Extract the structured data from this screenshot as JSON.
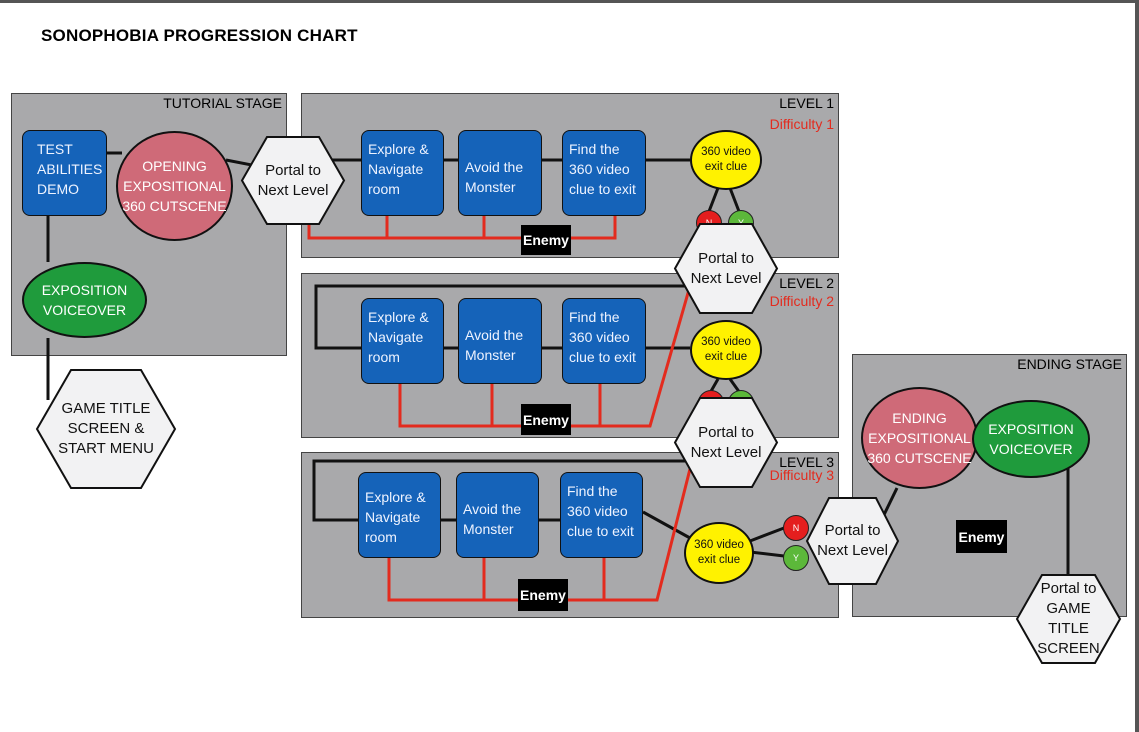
{
  "title": "SONOPHOBIA PROGRESSION CHART",
  "colors": {
    "stage_bg": "#a9a9ab",
    "blue": "#1563b9",
    "pink": "#cf6a78",
    "green": "#1f9b3c",
    "yellow": "#fff200",
    "red_line": "#e32b1e",
    "difficulty": "#e32b1e"
  },
  "tutorial": {
    "label": "TUTORIAL STAGE",
    "test": "TEST ABILITIES DEMO",
    "opening": "OPENING EXPOSITIONAL 360 CUTSCENE",
    "voiceover": "EXPOSITION VOICEOVER",
    "portal": "Portal to Next Level"
  },
  "title_screen": "GAME TITLE SCREEN & START MENU",
  "levels": [
    {
      "label": "LEVEL 1",
      "difficulty": "Difficulty 1",
      "explore": "Explore & Navigate room",
      "avoid": "Avoid the Monster",
      "find": "Find the 360 video clue to exit",
      "clue": "360 video exit clue",
      "no": "N",
      "yes": "Y",
      "enemy": "Enemy",
      "portal": "Portal to Next Level"
    },
    {
      "label": "LEVEL 2",
      "difficulty": "Difficulty 2",
      "explore": "Explore & Navigate room",
      "avoid": "Avoid the Monster",
      "find": "Find the 360 video clue to exit",
      "clue": "360 video exit clue",
      "no": "N",
      "yes": "Y",
      "enemy": "Enemy",
      "portal": "Portal to Next Level"
    },
    {
      "label": "LEVEL 3",
      "difficulty": "Difficulty 3",
      "explore": "Explore & Navigate room",
      "avoid": "Avoid the Monster",
      "find": "Find the 360 video clue to exit",
      "clue": "360 video exit clue",
      "no": "N",
      "yes": "Y",
      "enemy": "Enemy",
      "portal": "Portal to Next Level"
    }
  ],
  "ending": {
    "label": "ENDING STAGE",
    "cutscene": "ENDING EXPOSITIONAL 360 CUTSCENE",
    "voiceover": "EXPOSITION VOICEOVER",
    "enemy": "Enemy",
    "portal": "Portal to GAME TITLE SCREEN"
  }
}
